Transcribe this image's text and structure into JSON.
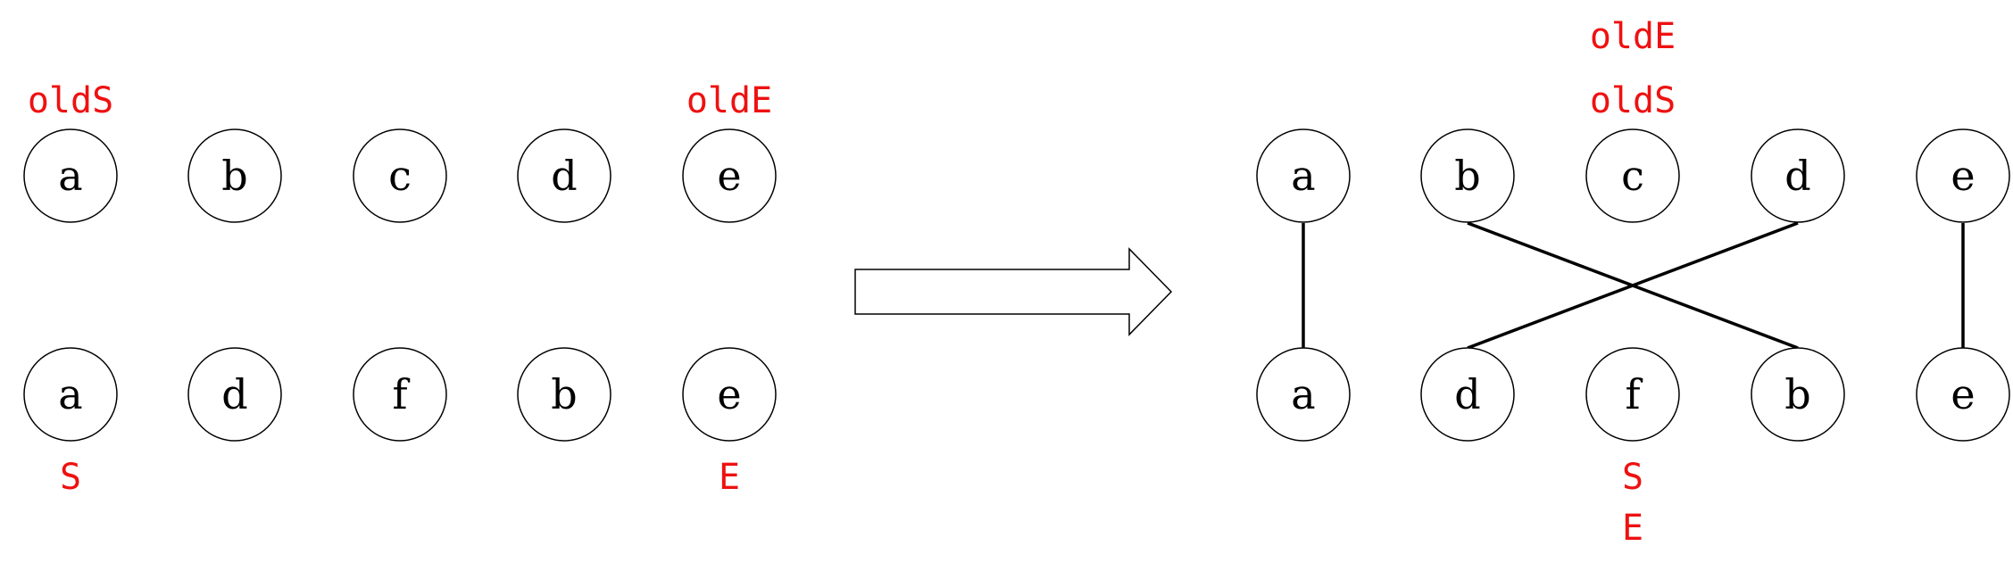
{
  "diagram": {
    "colors": {
      "pointer": "#ee1111",
      "stroke": "#000000",
      "background": "#ffffff"
    },
    "before": {
      "old_nodes": [
        "a",
        "b",
        "c",
        "d",
        "e"
      ],
      "new_nodes": [
        "a",
        "d",
        "f",
        "b",
        "e"
      ],
      "pointers": {
        "old_start": "oldS",
        "old_end": "oldE",
        "new_start": "S",
        "new_end": "E"
      }
    },
    "transition": {
      "icon": "right-arrow-icon"
    },
    "after": {
      "old_nodes": [
        "a",
        "b",
        "c",
        "d",
        "e"
      ],
      "new_nodes": [
        "a",
        "d",
        "f",
        "b",
        "e"
      ],
      "pointers": {
        "old_end": "oldE",
        "old_start": "oldS",
        "new_start": "S",
        "new_end": "E"
      },
      "matches": [
        {
          "old": "a",
          "new": "a"
        },
        {
          "old": "b",
          "new": "b"
        },
        {
          "old": "d",
          "new": "d"
        },
        {
          "old": "e",
          "new": "e"
        }
      ]
    }
  }
}
